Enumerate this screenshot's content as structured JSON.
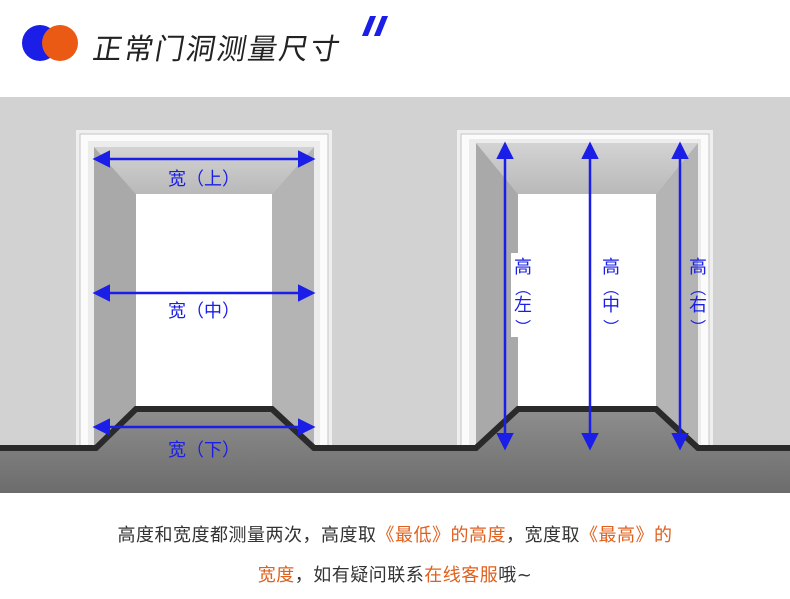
{
  "header": {
    "title": "正常门洞测量尺寸",
    "colors": {
      "blue": "#1a1ee6",
      "orange": "#ea5a14"
    }
  },
  "diagram": {
    "left_door": {
      "labels": [
        "宽（上）",
        "宽（中）",
        "宽（下）"
      ]
    },
    "right_door": {
      "labels": [
        {
          "top": "高",
          "paren_open": "（",
          "side": "左",
          "paren_close": "）"
        },
        {
          "top": "高",
          "paren_open": "（",
          "side": "中",
          "paren_close": "）"
        },
        {
          "top": "高",
          "paren_open": "（",
          "side": "右",
          "paren_close": "）"
        }
      ]
    },
    "arrow_color": "#1a1ee6"
  },
  "caption": {
    "line1": {
      "p1": "高度和宽度都测量两次，高度取",
      "h1": "《最低》的高度",
      "p2": "，宽度取",
      "h2": "《最高》的"
    },
    "line2": {
      "h1": "宽度",
      "p1": "，如有疑问联系",
      "h2": "在线客服",
      "p2": "哦~"
    }
  }
}
